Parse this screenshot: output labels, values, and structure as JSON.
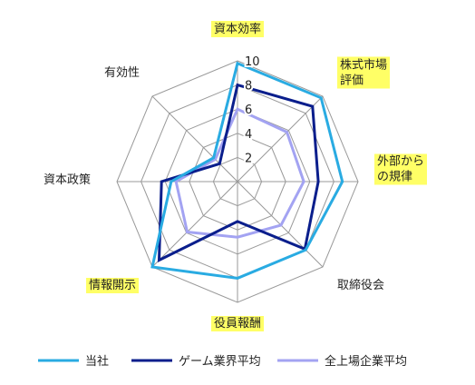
{
  "chart_data": {
    "type": "radar",
    "title": "",
    "axes": [
      {
        "label": "資本効率",
        "highlight": true
      },
      {
        "label": "株式市場\n評価",
        "highlight": true
      },
      {
        "label": "外部から\nの規律",
        "highlight": true
      },
      {
        "label": "取締役会",
        "highlight": false
      },
      {
        "label": "役員報酬",
        "highlight": true
      },
      {
        "label": "情報開示",
        "highlight": true
      },
      {
        "label": "資本政策",
        "highlight": false
      },
      {
        "label": "有効性",
        "highlight": false
      }
    ],
    "ticks": [
      "2",
      "4",
      "6",
      "8",
      "10"
    ],
    "range": [
      0,
      10
    ],
    "series": [
      {
        "name": "当社",
        "color": "#29abe2",
        "values": [
          9.8,
          9.8,
          8.7,
          8.0,
          8.0,
          10.0,
          5.5,
          2.8
        ]
      },
      {
        "name": "ゲーム業界平均",
        "color": "#0a1e8c",
        "values": [
          8.0,
          8.8,
          6.7,
          7.9,
          3.3,
          9.2,
          6.3,
          2.1
        ]
      },
      {
        "name": "全上場企業平均",
        "color": "#a3a3f2",
        "values": [
          6.0,
          5.8,
          5.5,
          5.1,
          4.6,
          5.9,
          5.1,
          2.6
        ]
      }
    ],
    "highlight_color": "#ffff66",
    "grid_color": "#999999",
    "legend_position": "bottom"
  }
}
